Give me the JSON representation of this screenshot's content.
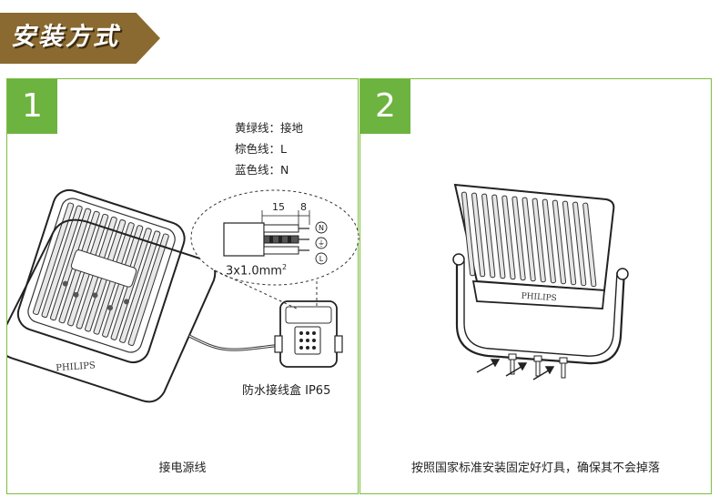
{
  "header": {
    "title": "安装方式"
  },
  "steps": [
    {
      "number": "1",
      "legend": [
        "黄绿线：接地",
        "棕色线：L",
        "蓝色线：N"
      ],
      "dim_strip": "15",
      "dim_end": "8",
      "terminal_labels": [
        "N",
        "⏚",
        "L"
      ],
      "wire_gauge": "3x1.0mm",
      "wire_gauge_sup": "2",
      "junction_box_label": "防水接线盒 IP65",
      "brand": "PHILIPS",
      "caption": "接电源线"
    },
    {
      "number": "2",
      "brand": "PHILIPS",
      "caption": "按照国家标准安装固定好灯具，确保其不会掉落"
    }
  ],
  "colors": {
    "banner_bg": "#8a6a30",
    "step_green": "#6db33f",
    "panel_border": "#7dbd3e"
  }
}
